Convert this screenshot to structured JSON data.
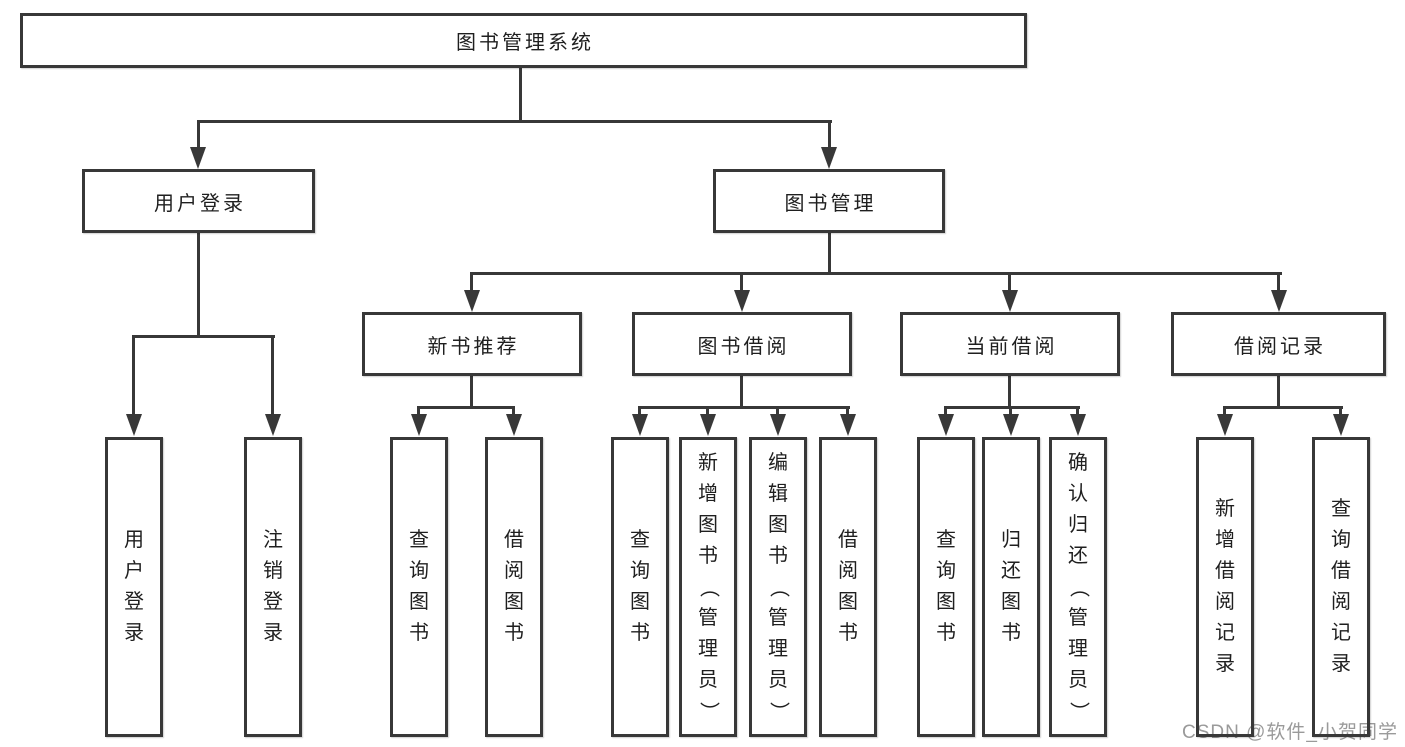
{
  "diagram": {
    "watermark": "CSDN @软件_小贺同学",
    "colors": {
      "line": "#383838",
      "box_border": "#383838",
      "text": "#1f1f1f",
      "background": "#ffffff",
      "watermark": "#9a9a9a"
    },
    "nodes": {
      "root": "图书管理系统",
      "level2": {
        "login": "用户登录",
        "manage": "图书管理"
      },
      "level3": {
        "recommend": "新书推荐",
        "borrow": "图书借阅",
        "current": "当前借阅",
        "records": "借阅记录"
      },
      "leaves": {
        "login": "用户登录",
        "logout": "注销登录",
        "query1": "查询图书",
        "borrow1": "借阅图书",
        "query2": "查询图书",
        "add_book": "新增图书（管理员）",
        "edit_book": "编辑图书（管理员）",
        "borrow2": "借阅图书",
        "query3": "查询图书",
        "return_book": "归还图书",
        "confirm_return": "确认归还（管理员）",
        "add_record": "新增借阅记录",
        "query_record": "查询借阅记录"
      }
    }
  }
}
